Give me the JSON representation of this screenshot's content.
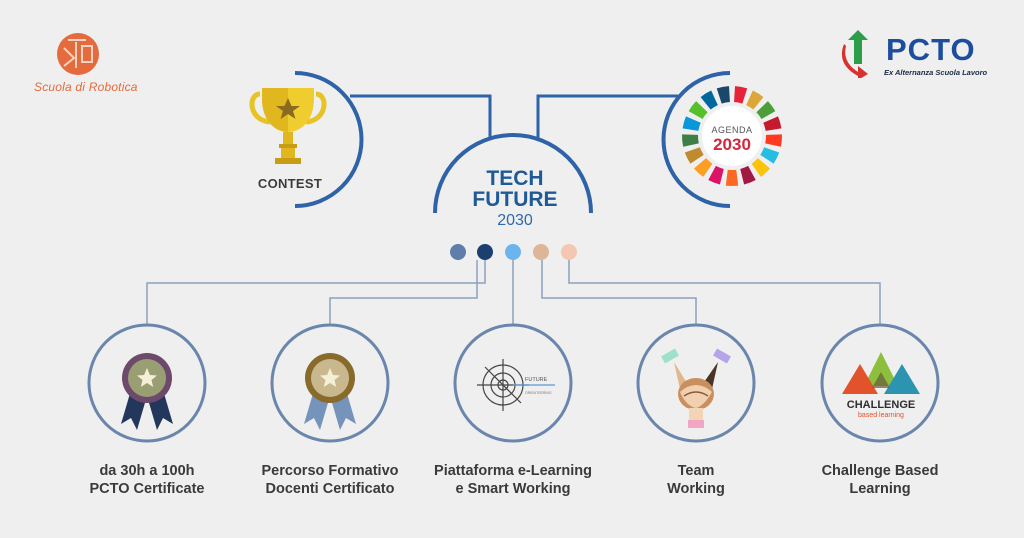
{
  "logos": {
    "school": "Scuola di Robotica",
    "pcto": {
      "title": "PCTO",
      "subtitle": "Ex Alternanza Scuola Lavoro"
    }
  },
  "center": {
    "title_line1": "TECH",
    "title_line2": "FUTURE",
    "year": "2030"
  },
  "contest": {
    "label": "CONTEST"
  },
  "agenda": {
    "line1": "AGENDA",
    "line2": "2030"
  },
  "dots": [
    "#5f7eaa",
    "#1b3f6e",
    "#6cb4ee",
    "#deb596",
    "#f3c7b2"
  ],
  "nodes": [
    {
      "line1": "da 30h a 100h",
      "line2": "PCTO Certificate"
    },
    {
      "line1": "Percorso Formativo",
      "line2": "Docenti Certificato"
    },
    {
      "line1": "Piattaforma e-Learning",
      "line2": "e Smart Working"
    },
    {
      "line1": "Team",
      "line2": "Working"
    },
    {
      "line1": "Challenge Based",
      "line2": "Learning"
    }
  ],
  "icon_texts": {
    "elearning_top": "FUTURE",
    "elearning_bottom": "ORIENTEERING",
    "challenge_top": "CHALLENGE",
    "challenge_bottom": "based learning"
  },
  "colors": {
    "line": "#2f63a8",
    "node_ring": "#6a86ad",
    "background": "#efefef",
    "accent_orange": "#e36b3d",
    "pcto_blue": "#1d4e9e"
  }
}
